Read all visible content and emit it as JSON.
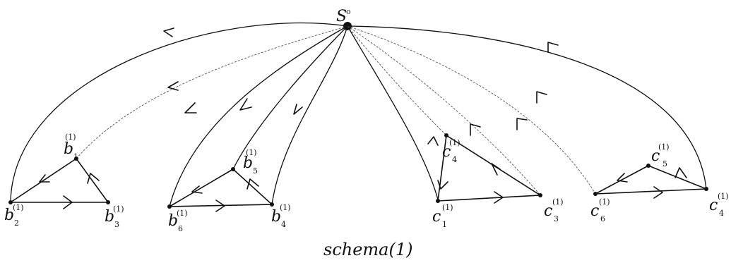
{
  "source_label": "S",
  "source_sup": "o",
  "caption": "schema(1)",
  "nodes": {
    "b2": {
      "base": "b",
      "sub": "2",
      "sup": "(1)"
    },
    "b1": {
      "base": "b",
      "sub": "1",
      "sup": "(1)"
    },
    "b3": {
      "base": "b",
      "sub": "3",
      "sup": "(1)"
    },
    "b5": {
      "base": "b",
      "sub": "5",
      "sup": "(1)"
    },
    "b6": {
      "base": "b",
      "sub": "6",
      "sup": "(1)"
    },
    "b4": {
      "base": "b",
      "sub": "4",
      "sup": "(1)"
    },
    "c4a": {
      "base": "c",
      "sub": "4",
      "sup": "(1)"
    },
    "c1": {
      "base": "c",
      "sub": "1",
      "sup": "(1)"
    },
    "c3": {
      "base": "c",
      "sub": "3",
      "sup": "(1)"
    },
    "c5": {
      "base": "c",
      "sub": "5",
      "sup": "(1)"
    },
    "c6": {
      "base": "c",
      "sub": "6",
      "sup": "(1)"
    },
    "c4": {
      "base": "c",
      "sub": "4",
      "sup": "(1)"
    }
  }
}
